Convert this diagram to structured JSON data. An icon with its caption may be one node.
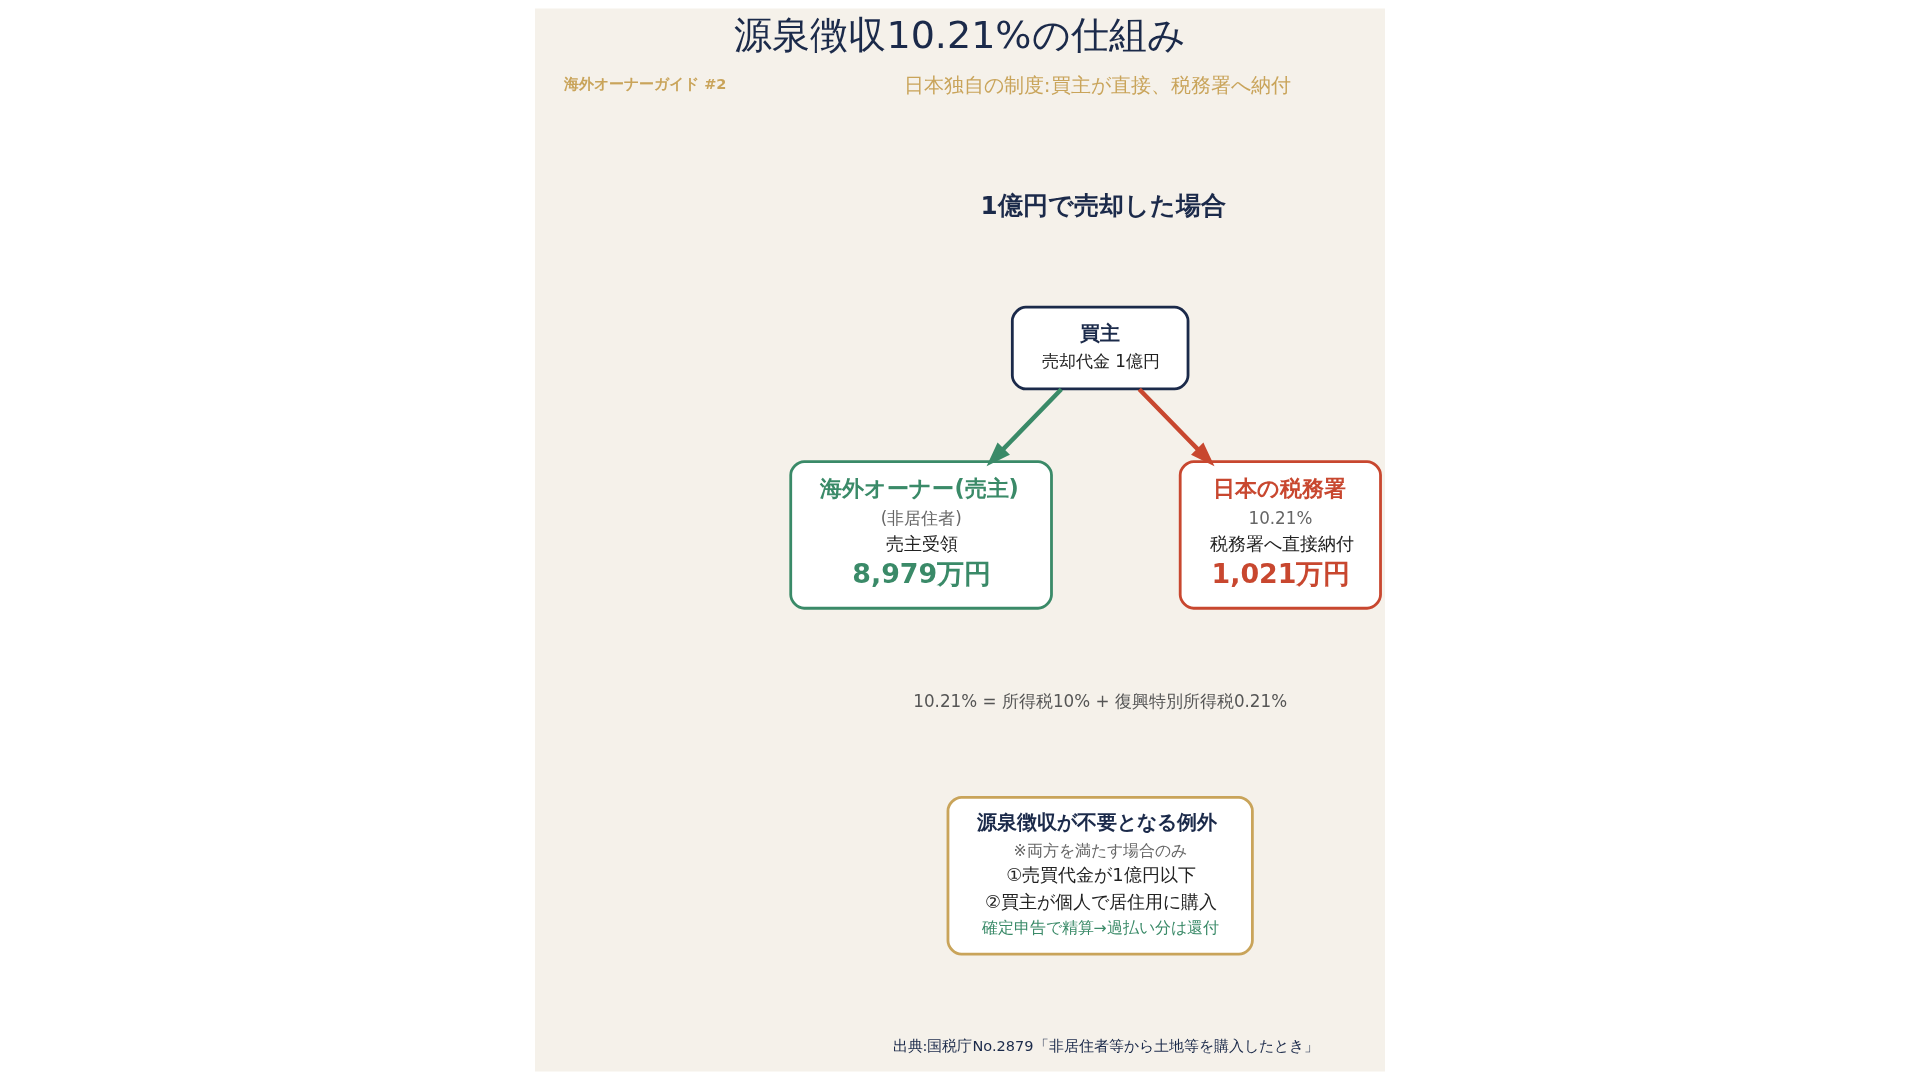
{
  "diagram": {
    "title": "源泉徴収10.21%の仕組み",
    "nodes": [
      {
        "text": [
          "買主",
          "売却代金 1億円"
        ]
      },
      {
        "text": [
          "海外オーナー(売主)",
          "(非居住者)",
          "売主受領",
          "8,979万円"
        ]
      },
      {
        "text": [
          "日本の税務署",
          "10.21%",
          "税務署へ直接納付",
          "1,021万円"
        ]
      },
      {
        "text": [
          "源泉徴収が不要となる例外",
          "※両方を満たす場合のみ",
          "①売買代金が1億円以下",
          "②買主が個人で居住用に購入",
          "確定申告で精算→過払い分は還付"
        ]
      }
    ],
    "edges": [
      {
        "from": 0,
        "to": 1,
        "arrow": "to",
        "color": "#3a8a68"
      },
      {
        "from": 0,
        "to": 2,
        "arrow": "to",
        "color": "#c8472f"
      }
    ],
    "labels": [
      "海外オーナーガイド #2",
      "日本独自の制度:買主が直接、税務署へ納付",
      "1億円で売却した場合",
      "10.21% = 所得税10% + 復興特別所得税0.21%",
      "出典:国税庁No.2879「非居住者等から土地等を購入したとき」"
    ]
  }
}
